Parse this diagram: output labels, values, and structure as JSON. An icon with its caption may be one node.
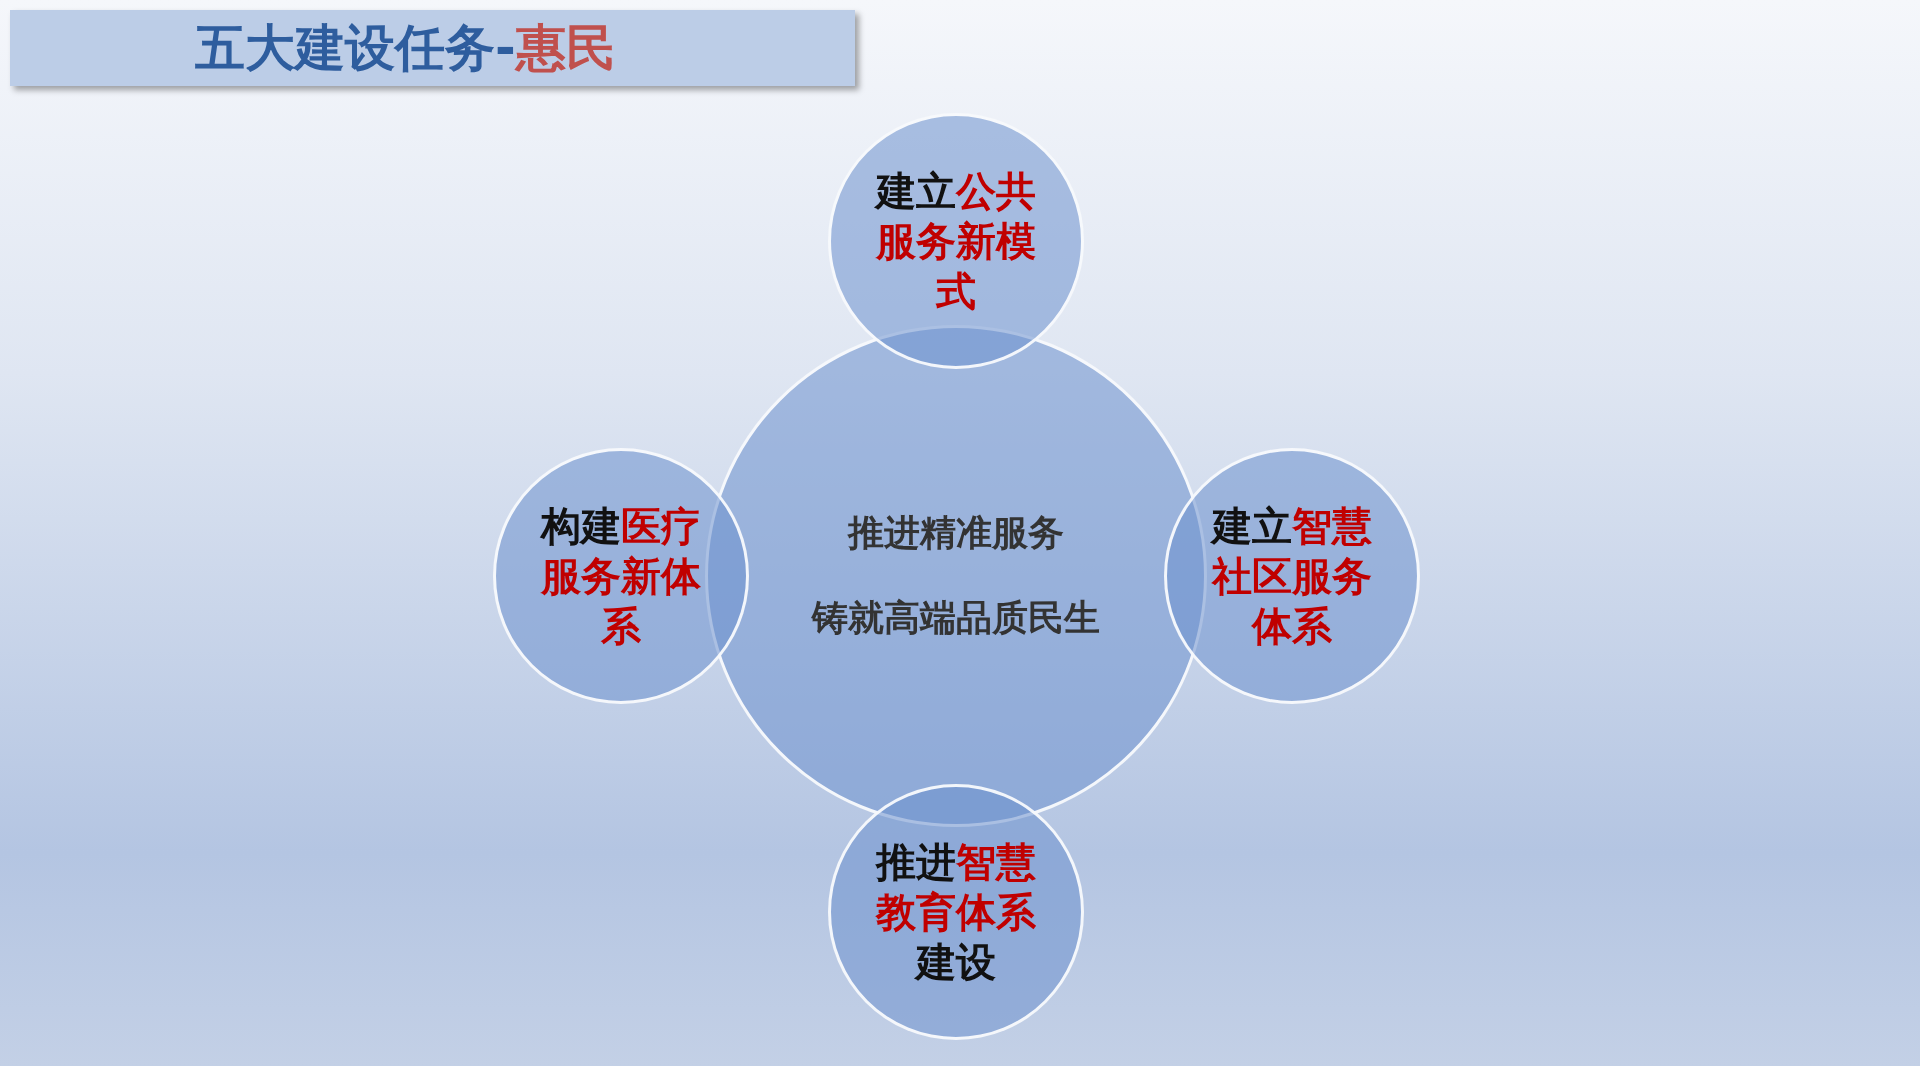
{
  "diagram": {
    "title": "五大建设任务-**惠民**",
    "nodes": [
      {
        "text": [
          "推进精准服务",
          "铸就高端品质民生"
        ]
      },
      {
        "text": [
          "建立**公共服务新模式**"
        ]
      },
      {
        "text": [
          "构建**医疗服务新体系**"
        ]
      },
      {
        "text": [
          "建立**智慧社区服务体系**"
        ]
      },
      {
        "text": [
          "推进**智慧教育体系**建设"
        ]
      }
    ],
    "edges": []
  }
}
